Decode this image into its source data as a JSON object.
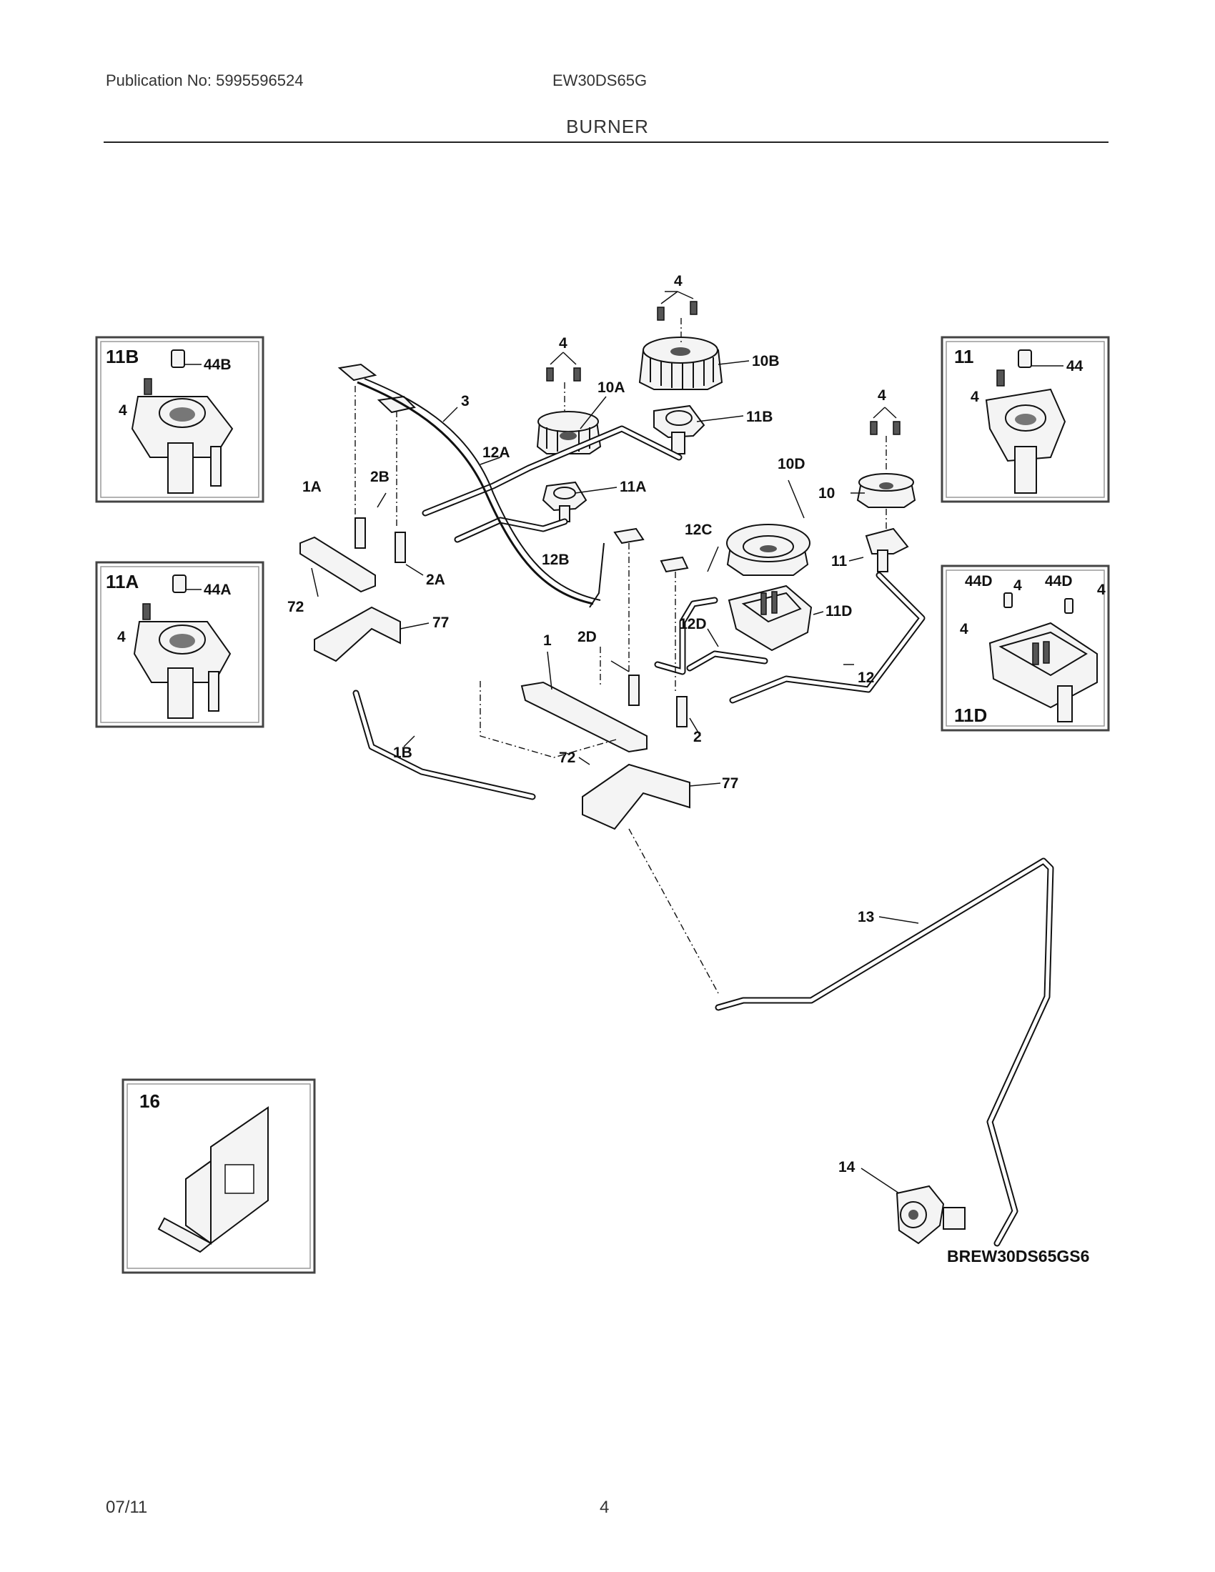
{
  "header": {
    "publication": "Publication No: 5995596524",
    "model": "EW30DS65G",
    "section": "BURNER"
  },
  "footer": {
    "date": "07/11",
    "page": "4"
  },
  "diagram": {
    "code": "BREW30DS65GS6",
    "insets": {
      "inset_11b": {
        "title": "11B",
        "cap_label": "44B",
        "screw_label": "4"
      },
      "inset_11a": {
        "title": "11A",
        "cap_label": "44A",
        "screw_label": "4"
      },
      "inset_11": {
        "title": "11",
        "cap_label": "44",
        "screw_label": "4"
      },
      "inset_11d": {
        "title": "11D",
        "labels": [
          "44D",
          "4",
          "44D",
          "4",
          "4"
        ]
      },
      "inset_16": {
        "title": "16"
      }
    },
    "callouts": {
      "c4_top": "4",
      "c10b": "10B",
      "c4_10a": "4",
      "c10a": "10A",
      "c11b": "11B",
      "c3": "3",
      "c12a": "12A",
      "c11a": "11A",
      "c1a": "1A",
      "c2b": "2B",
      "c12b": "12B",
      "c2a": "2A",
      "c72_left": "72",
      "c77_left": "77",
      "c10d": "10D",
      "c4_10": "4",
      "c10": "10",
      "c11": "11",
      "c12c": "12C",
      "c11d": "11D",
      "c12d": "12D",
      "c2d": "2D",
      "c1": "1",
      "c12": "12",
      "c2": "2",
      "c72_right": "72",
      "c77_right": "77",
      "c1b": "1B",
      "c13": "13",
      "c14": "14"
    }
  }
}
